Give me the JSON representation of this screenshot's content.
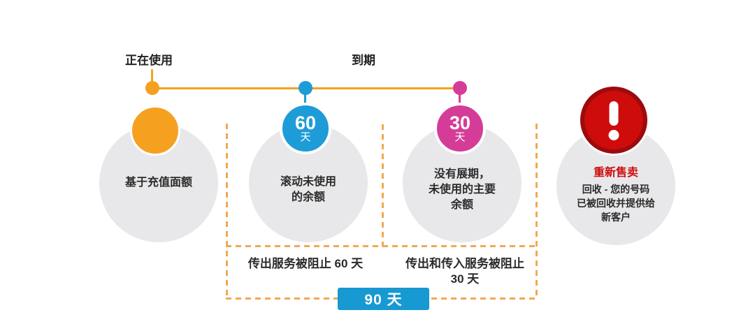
{
  "timeline": {
    "active_label": "正在使用",
    "expired_label": "到期"
  },
  "stage1": {
    "label": "基于充值面额"
  },
  "stage2": {
    "badge_value": "60",
    "badge_unit": "天",
    "line1": "滚动未使用",
    "line2": "的余额"
  },
  "stage3": {
    "badge_value": "30",
    "badge_unit": "天",
    "line1": "没有展期，",
    "line2": "未使用的主要",
    "line3": "余额"
  },
  "stage4": {
    "title": "重新售卖",
    "line1": "回收 - 您的号码",
    "line2": "已被回收并提供给",
    "line3": "新客户"
  },
  "footer": {
    "left_note": "传出服务被阻止 60 天",
    "right_note_line1": "传出和传入服务被阻止",
    "right_note_line2": "30 天",
    "total_badge": "90 天"
  },
  "icons": {
    "stage4_badge": "alert-exclamation"
  },
  "colors": {
    "orange": "#F5A11F",
    "blue": "#1E9CD8",
    "pink": "#D53C98",
    "red": "#CE0C0C",
    "red_ring": "#9C0B0D",
    "gray_circle": "#E8E8EA",
    "dashed_line": "#F2A950",
    "total_box_blue": "#1799D2",
    "text": "#2B2B2B"
  }
}
